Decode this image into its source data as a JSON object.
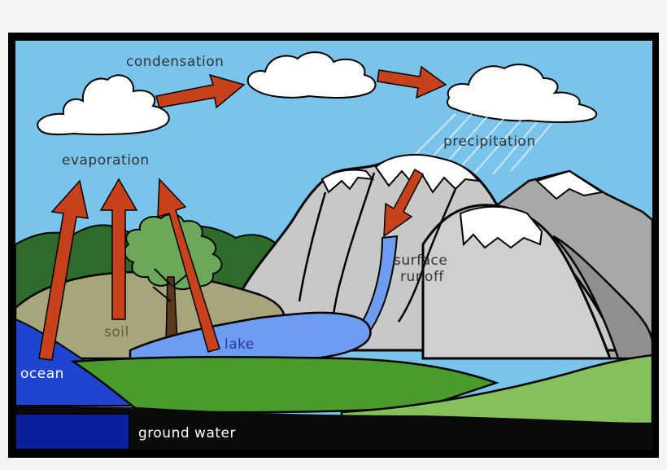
{
  "labels": {
    "condensation": "condensation",
    "precipitation": "precipitation",
    "evaporation": "evaporation",
    "surface_runoff_line1": "surface",
    "surface_runoff_line2": "runoff",
    "soil": "soil",
    "lake": "lake",
    "ocean": "ocean",
    "ground_water": "ground water"
  },
  "colors": {
    "sky": "#7ac4ec",
    "cloud": "#ffffff",
    "arrow": "#c7411a",
    "mountain": "#c8c8c8",
    "mountain_shadow": "#9a9a9a",
    "snow": "#ffffff",
    "forest": "#2f6b2a",
    "tree_canopy": "#6ca85a",
    "soil_hill": "#a8a57a",
    "lake": "#6e9cf0",
    "ocean": "#1f45d0",
    "grass": "#4a9a2c",
    "grass_light": "#86c05a",
    "ground_water": "#0a1f9a",
    "label_dark": "#333333",
    "label_light": "#ffffff",
    "soil_label": "#6a5a2a",
    "lake_label": "#2a3a9a"
  }
}
